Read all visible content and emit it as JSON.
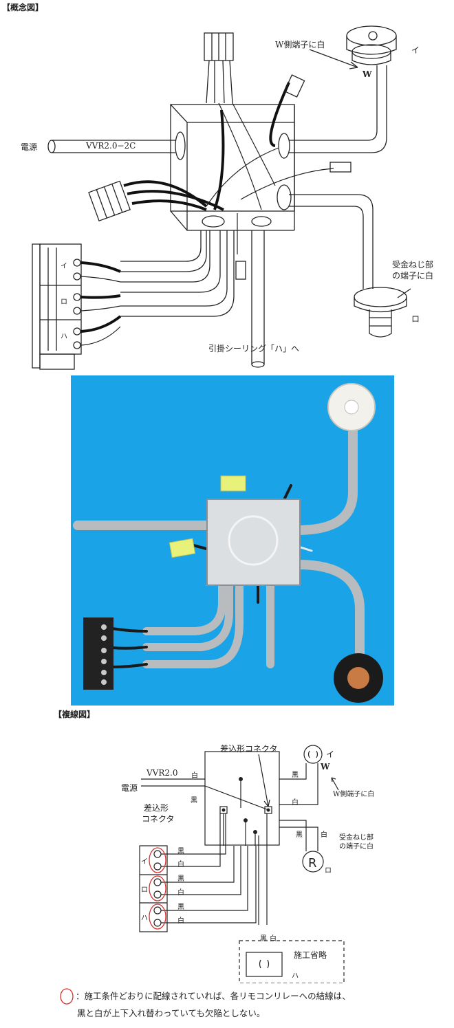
{
  "sections": {
    "concept_header": "【概念図】",
    "wiring_header": "【複線図】"
  },
  "concept": {
    "power_label": "電源",
    "cable_label": "VVR2.0−2C",
    "w_terminal_label": "W側端子に白",
    "receptacle_w": "W",
    "receptacle_i": "イ",
    "lampholder_label_line1": "受金ねじ部",
    "lampholder_label_line2": "の端子に白",
    "lampholder_ro": "ロ",
    "block_i": "イ",
    "block_ro": "ロ",
    "block_ha": "ハ",
    "ceiling_label": "引掛シーリング「ハ」へ"
  },
  "wiring": {
    "connector_top": "差込形コネクタ",
    "connector_left_1": "差込形",
    "connector_left_2": "コネクタ",
    "cable": "VVR2.0",
    "power": "電源",
    "white": "白",
    "black": "黒",
    "W": "W",
    "w_note": "W側端子に白",
    "i": "イ",
    "ro": "ロ",
    "ha": "ハ",
    "R": "R",
    "lamp_note_1": "受金ねじ部",
    "lamp_note_2": "の端子に白",
    "omitted": "施工省略"
  },
  "note": {
    "line1": "：施工条件どおりに配線されていれば、各リモコンリレーへの結線は、",
    "line2": "黒と白が上下入れ替わっていても欠陥としない。"
  },
  "colors": {
    "photo_background": "#1aa3e6",
    "highlight_circle": "#d9302c"
  }
}
